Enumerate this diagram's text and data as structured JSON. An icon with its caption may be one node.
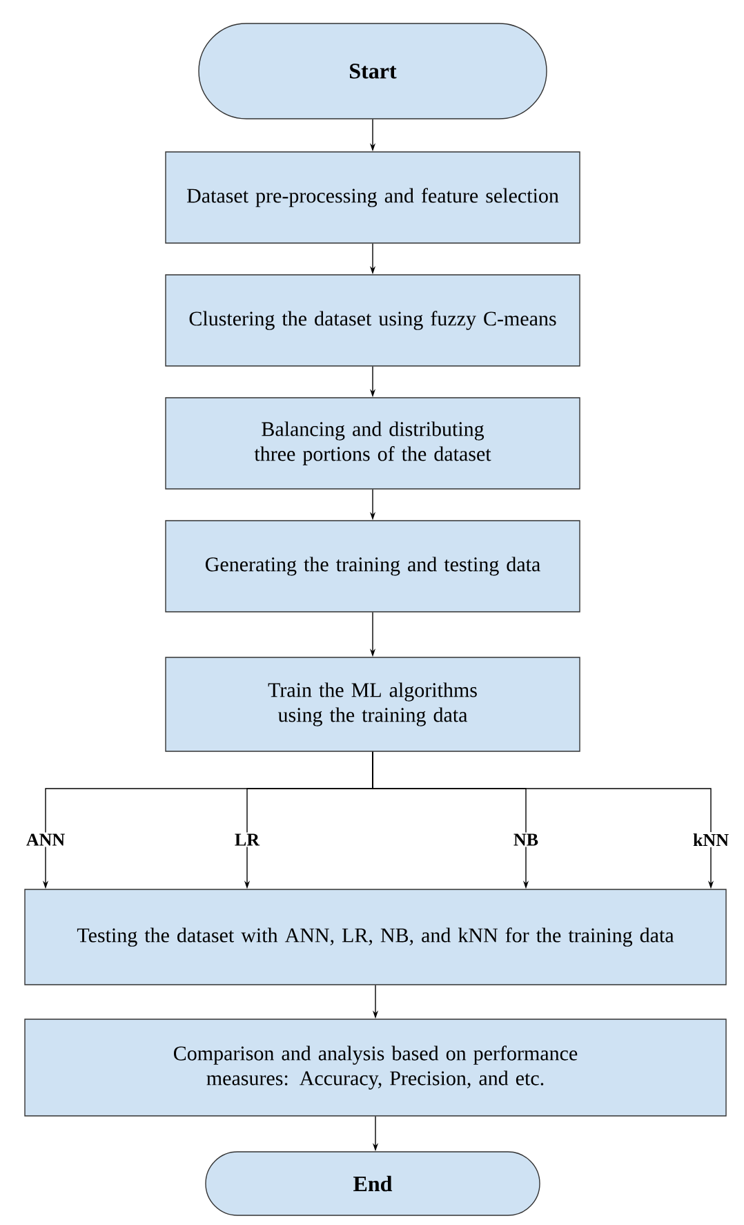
{
  "diagram": {
    "nodes": [
      {
        "text": [
          "Start"
        ]
      },
      {
        "text": [
          "Dataset pre-processing and feature selection"
        ]
      },
      {
        "text": [
          "Clustering the dataset using fuzzy C-means"
        ]
      },
      {
        "text": [
          "Balancing and distributing three portions of the dataset"
        ]
      },
      {
        "text": [
          "Generating the training and testing data"
        ]
      },
      {
        "text": [
          "Train the ML algorithms using the training data"
        ]
      },
      {
        "text": [
          "Testing the dataset with ANN, LR, NB, and kNN for the training data"
        ]
      },
      {
        "text": [
          "Comparison and analysis based on performance measures: Accuracy, Precision, and etc."
        ]
      },
      {
        "text": [
          "End"
        ]
      }
    ],
    "edges": [
      {
        "from": 0,
        "to": 1,
        "arrow": "to"
      },
      {
        "from": 1,
        "to": 2,
        "arrow": "to"
      },
      {
        "from": 2,
        "to": 3,
        "arrow": "to"
      },
      {
        "from": 3,
        "to": 4,
        "arrow": "to"
      },
      {
        "from": 4,
        "to": 5,
        "arrow": "to"
      },
      {
        "from": 5,
        "to": 6,
        "label": "ANN",
        "arrow": "to"
      },
      {
        "from": 5,
        "to": 6,
        "label": "LR",
        "arrow": "to"
      },
      {
        "from": 5,
        "to": 6,
        "label": "NB",
        "arrow": "to"
      },
      {
        "from": 5,
        "to": 6,
        "label": "kNN",
        "arrow": "to"
      },
      {
        "from": 6,
        "to": 7,
        "arrow": "to"
      },
      {
        "from": 7,
        "to": 8,
        "arrow": "to"
      }
    ]
  }
}
